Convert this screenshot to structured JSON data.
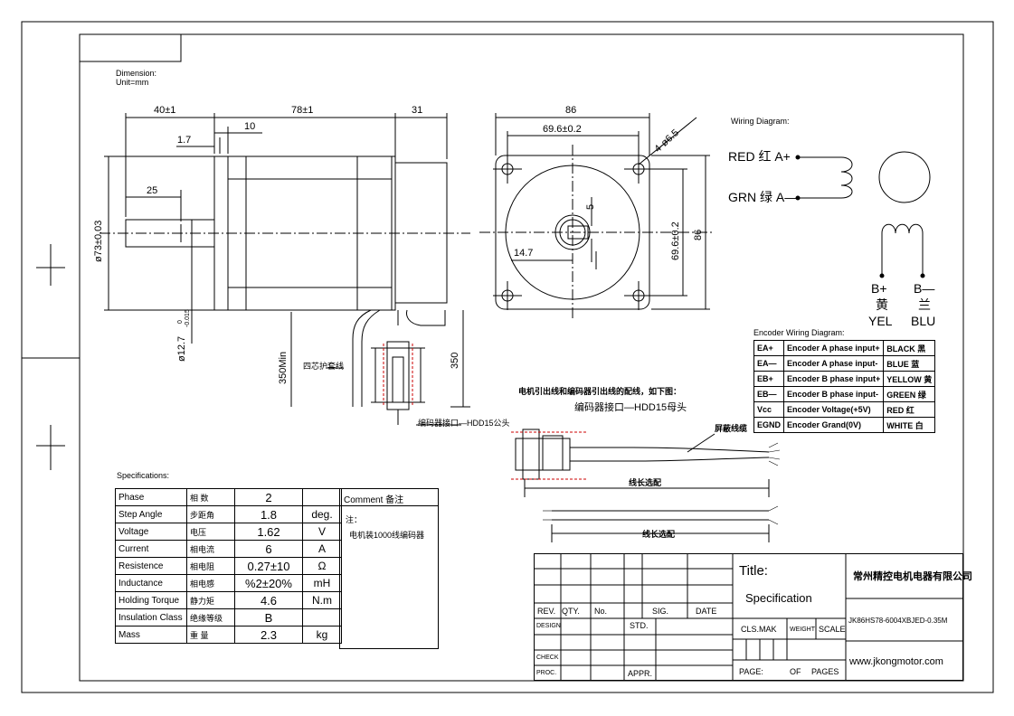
{
  "header": {
    "dimension": "Dimension:",
    "unit": "Unit=mm"
  },
  "side_dims": {
    "d40": "40±1",
    "d78": "78±1",
    "d31": "31",
    "d10": "10",
    "d1_7": "1.7",
    "d25": "25",
    "d73": "ø73±0.03",
    "d12_7": "ø12.7",
    "d12_7_tol_up": "0",
    "d12_7_tol_low": "-0.015",
    "d350min": "350Min",
    "d350": "350",
    "sheath": "四芯护套线",
    "hdd15_male": "编码器接口—HDD15公头"
  },
  "front_dims": {
    "d86": "86",
    "d69_6": "69.6±0.2",
    "d4_6_5": "4-ø6.5",
    "d5": "5",
    "d14_7": "14.7",
    "d69_6_v": "69.6±0.2",
    "d86_v": "86"
  },
  "wiring": {
    "title": "Wiring Diagram:",
    "red": "RED 红 A+",
    "grn": "GRN 绿 A—",
    "b_plus": "B+",
    "b_minus": "B—",
    "yel_cn": "黄",
    "blu_cn": "兰",
    "yel": "YEL",
    "blu": "BLU"
  },
  "encoder": {
    "title": "Encoder Wiring Diagram:",
    "rows": [
      [
        "EA+",
        "Encoder A phase input+",
        "BLACK 黑"
      ],
      [
        "EA—",
        "Encoder A phase input-",
        "BLUE 蓝"
      ],
      [
        "EB+",
        "Encoder B phase input+",
        "YELLOW 黄"
      ],
      [
        "EB—",
        "Encoder B phase input-",
        "GREEN 绿"
      ],
      [
        "Vcc",
        "Encoder Voltage(+5V)",
        "RED 红"
      ],
      [
        "EGND",
        "Encoder Grand(0V)",
        "WHITE 白"
      ]
    ]
  },
  "cable": {
    "note": "电机引出线和编码器引出线的配线，如下图：",
    "hdd15_female": "编码器接口—HDD15母头",
    "shield": "屏蔽线缆",
    "len1": "线长选配",
    "len2": "线长选配"
  },
  "specs": {
    "title": "Specifications:",
    "comment_label": "Comment 备注",
    "comment_note": "注：",
    "comment_text": "电机装1000线编码器",
    "rows": [
      [
        "Phase",
        "相  数",
        "2",
        ""
      ],
      [
        "Step Angle",
        "步距角",
        "1.8",
        "deg."
      ],
      [
        "Voltage",
        "电压",
        "1.62",
        "V"
      ],
      [
        "Current",
        "相电流",
        "6",
        "A"
      ],
      [
        "Resistence",
        "相电阻",
        "0.27±10",
        "Ω"
      ],
      [
        "Inductance",
        "相电感",
        "%2±20%",
        "mH"
      ],
      [
        "Holding Torque",
        "静力矩",
        "4.6",
        "N.m"
      ],
      [
        "Insulation Class",
        "绝缘等级",
        "B",
        ""
      ],
      [
        "Mass",
        "重  量",
        "2.3",
        "kg"
      ]
    ]
  },
  "title_block": {
    "rev": "REV.",
    "qty": "QTY.",
    "no": "No.",
    "sig": "SIG.",
    "date": "DATE",
    "design": "DESIGN",
    "std": "STD.",
    "check": "CHECK",
    "proc": "PROC.",
    "appr": "APPR.",
    "title": "Title:",
    "title_value": "Specification",
    "cls": "CLS.MAK",
    "weight": "WEIGHT",
    "scale": "SCALE",
    "page": "PAGE:",
    "of": "OF",
    "pages": "PAGES",
    "company": "常州精控电机电器有限公司",
    "model": "JK86HS78-6004XBJED-0.35M",
    "website": "www.jkongmotor.com"
  }
}
